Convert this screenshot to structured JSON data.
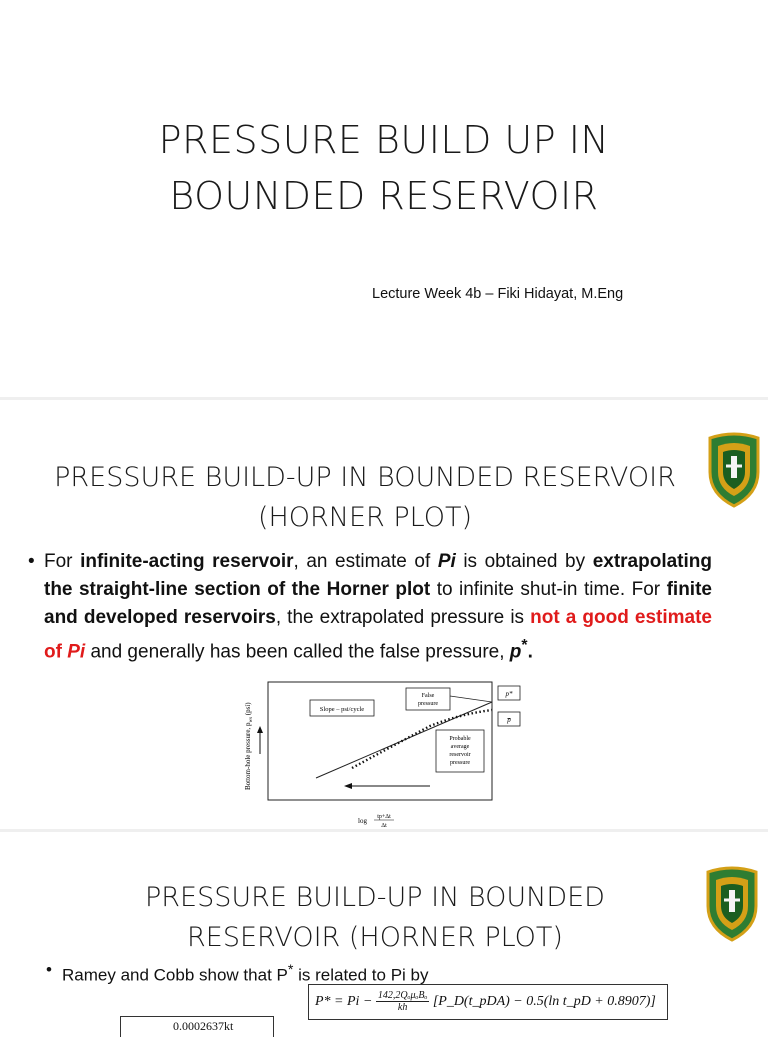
{
  "slide1": {
    "title_line1": "PRESSURE BUILD UP IN",
    "title_line2": "BOUNDED RESERVOIR",
    "subtitle": "Lecture Week 4b – Fiki Hidayat, M.Eng"
  },
  "slide2": {
    "title_line1": "PRESSURE BUILD-UP IN BOUNDED RESERVOIR",
    "title_line2": "(HORNER PLOT)",
    "bullet_symbol": "•",
    "para": {
      "t1": "For ",
      "b1": "infinite-acting reservoir",
      "t2": ", an estimate of ",
      "bi1": "Pi",
      "t3": " is obtained by ",
      "b2": "extrapolating the straight-line section of the Horner plot",
      "t4": " to infinite shut-in time. For ",
      "b3": "finite and developed reservoirs",
      "t5": ", the extrapolated pressure is ",
      "r1": "not a good estimate of ",
      "ri1": "Pi",
      "t6": " and generally has been called the false pressure, ",
      "bi2": "p",
      "sup": "*",
      "t7": "."
    },
    "figure": {
      "ylabel": "Bottom-hole pressure, p",
      "ylabel_sub": "ws",
      "ylabel_unit": "(psi)",
      "xlabel_prefix": "log",
      "x_num": "tp+Δt",
      "x_den": "Δt",
      "slope_box": "Slope – psi/cycle",
      "false_box_l1": "False",
      "false_box_l2": "pressure",
      "pstar": "p*",
      "pbar": "p̅",
      "prob_l1": "Probable",
      "prob_l2": "average",
      "prob_l3": "reservoir",
      "prob_l4": "pressure"
    }
  },
  "slide3": {
    "title_line1": "PRESSURE BUILD-UP IN BOUNDED",
    "title_line2": "RESERVOIR (HORNER PLOT)",
    "bullet_symbol": "•",
    "bullet_pre": "Ramey and Cobb show that P",
    "bullet_sup": "*",
    "bullet_post": " is related to Pi by",
    "formula_lhs": "P* = Pi −",
    "formula_num": "142,2QₒμₒBₒ",
    "formula_den": "kh",
    "formula_rhs": "[P_D(t_pDA) − 0.5(ln t_pD + 0.8907)]",
    "small_box_text": "0.0002637kt"
  },
  "colors": {
    "accent_red": "#e01b1b",
    "emblem_green": "#2e7d32",
    "emblem_gold": "#d4a017"
  },
  "icons": [
    "university-emblem-icon"
  ]
}
